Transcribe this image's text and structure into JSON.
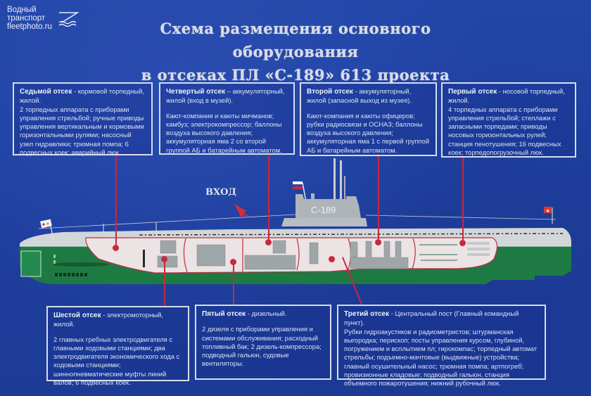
{
  "watermark": {
    "line1": "Водный",
    "line2": "транспорт",
    "line3": "fleetphoto.ru",
    "icon": "wave-logo-icon"
  },
  "title": {
    "line1": "Схема размещения основного оборудования",
    "line2": "в отсеках ПЛ «С-189» 613 проекта"
  },
  "submarine": {
    "hull_number": "С-189",
    "entrance_label": "ВХОД",
    "entrance_icon": "red-arrow-icon",
    "colors": {
      "background": "#1f3f9a",
      "hull_upper": "#cfd3d6",
      "hull_lower": "#1e7a43",
      "interior": "#efe6e6",
      "pointer": "#c8283f",
      "box_border": "#d6dcec"
    }
  },
  "compartments": [
    {
      "id": "7",
      "name": "Седьмой отсек",
      "sep": " - ",
      "summary": "кормовой торпедный, жилой.",
      "details": "2 торпедных аппарата с приборами управления стрельбой; ручные приводы управления вертикальным и кормовыми горизонтальными рулями; насосный узел гидравлики; трюмная помпа; 6 подвесных коек; аварийный люк."
    },
    {
      "id": "4",
      "name": "Четвертый отсек",
      "sep": " – ",
      "summary": "аккумуляторный, жилой (вход в музей).",
      "details": "Кают-компания и каюты мичманов; камбуз; электрокомпрессор; баллоны воздуха высокого давления; аккумуляторная яма 2 со второй группой АБ и батарейным автоматом."
    },
    {
      "id": "2",
      "name": "Второй отсек",
      "sep": " - ",
      "summary": "аккумуляторный, жилой (запасной выход из музея).",
      "details": "Кают-компания и каюты офицеров; рубки радиосвязи и ОСНАЗ; баллоны воздуха высокого давления; аккумуляторная яма 1 с первой группой АБ и батарейным автоматом."
    },
    {
      "id": "1",
      "name": "Первый отсек",
      "sep": " - ",
      "summary": "носовой торпедный, жилой.",
      "details": "4 торпедных аппарата с приборами управления стрельбой; стеллажи с запасными торпедами; приводы носовых горизонтальных рулей; станция пенотушения; 16 подвесных коек; торпедопогрузочный люк."
    },
    {
      "id": "6",
      "name": "Шестой отсек",
      "sep": " - ",
      "summary": "электромоторный, жилой.",
      "details": "2 главных гребных электродвигателя с главными ходовыми станциями; два электродвигателя экономического хода с ходовыми станциями; шиннопневматические муфты линий валов; 6 подвесных коек."
    },
    {
      "id": "5",
      "name": "Пятый отсек",
      "sep": " - ",
      "summary": "дизельный.",
      "details": "2 дизеля с приборами управления и системами обслуживания; расходный топливный бак; 2 дизель-компрессора; подводный гальюн, судовые вентиляторы."
    },
    {
      "id": "3",
      "name": "Третий отсек",
      "sep": " - ",
      "summary": "Центральный пост (Главный командный пункт).",
      "details": "Рубки гидроакустиков и радиометристов; штурманская выгородка; перископ; посты управления курсом, глубиной, погружением и всплытием пл; гирокомпас; торпедный автомат стрельбы; подъемно-мачтовые (выдвижные) устройства; главный осушительный насос; трюмная помпа; артпогреб; провизионные кладовые; подводный гальюн, станция объемного пожаротушения; нижний рубочный люк."
    }
  ]
}
